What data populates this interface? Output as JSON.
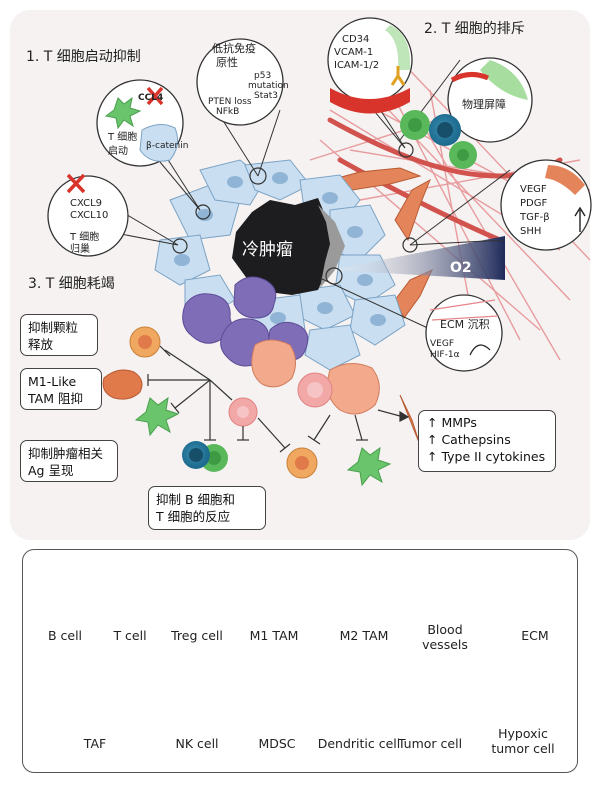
{
  "sections": {
    "s1": "1. T 细胞启动抑制",
    "s2": "2. T 细胞的排斥",
    "s3": "3. T 细胞耗竭"
  },
  "center_label": "冷肿瘤",
  "o2_label": "O2",
  "callouts": {
    "chemokine": [
      "CXCL9",
      "CXCL10"
    ],
    "homing": [
      "T 细胞",
      "归巢"
    ],
    "ccl4": "CCL4",
    "priming": [
      "T 细胞",
      "启动"
    ],
    "bcatenin": "β-catenin",
    "low_immuno": [
      "低抗免疫",
      "原性"
    ],
    "genes": [
      "p53",
      "mutation",
      "Stat3",
      "PTEN loss",
      "NFkB"
    ],
    "adhesion": [
      "CD34",
      "VCAM-1",
      "ICAM-1/2"
    ],
    "physical": "物理屏障",
    "growth": [
      "VEGF",
      "PDGF",
      "TGF-β",
      "SHH"
    ],
    "ecm": "ECM 沉积",
    "hypoxia": [
      "VEGF",
      "HIF-1α"
    ]
  },
  "exhaustion_boxes": {
    "granule": "抑制颗粒\n释放",
    "m1": "M1-Like\nTAM 阻抑",
    "ag": "抑制肿瘤相关\nAg 呈现",
    "response": "抑制 B 细胞和\nT 细胞的反应"
  },
  "effects": [
    "↑ MMPs",
    "↑ Cathepsins",
    "↑ Type II cytokines"
  ],
  "legend": [
    {
      "key": "b_cell",
      "label": "B cell"
    },
    {
      "key": "t_cell",
      "label": "T cell"
    },
    {
      "key": "treg",
      "label": "Treg cell"
    },
    {
      "key": "m1_tam",
      "label": "M1 TAM"
    },
    {
      "key": "m2_tam",
      "label": "M2 TAM"
    },
    {
      "key": "blood",
      "label": "Blood vessels"
    },
    {
      "key": "ecm",
      "label": "ECM"
    },
    {
      "key": "taf",
      "label": "TAF"
    },
    {
      "key": "nk",
      "label": "NK cell"
    },
    {
      "key": "mdsc",
      "label": "MDSC"
    },
    {
      "key": "dendritic",
      "label": "Dendritic cell"
    },
    {
      "key": "tumor",
      "label": "Tumor cell"
    },
    {
      "key": "hypoxic",
      "label": "Hypoxic tumor cell"
    }
  ],
  "colors": {
    "b_cell": "#2f8fb0",
    "t_cell": "#58b85a",
    "treg": "#f3a8a8",
    "m1_tam": "#e07a4a",
    "m2_tam": "#f2a98c",
    "blood": "#d9534f",
    "tumor": "#c9def0",
    "mdsc": "#7f6db8",
    "nk": "#f0a860",
    "dendritic": "#69c46b",
    "hypoxic": "#8a8a8a"
  }
}
